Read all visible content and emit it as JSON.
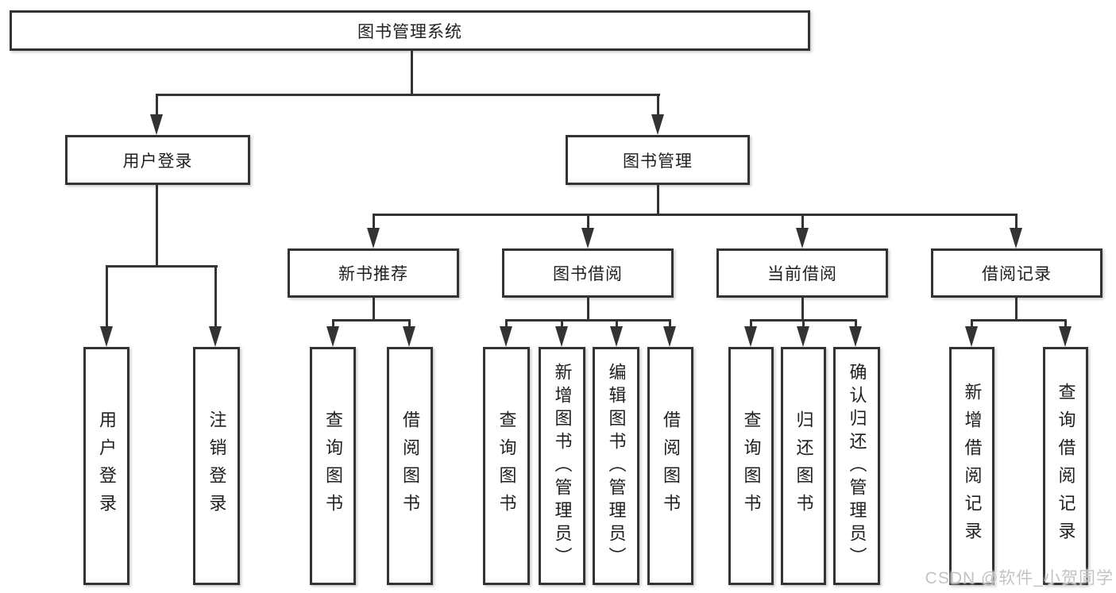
{
  "root": {
    "label": "图书管理系统"
  },
  "branches": [
    {
      "label": "用户登录",
      "children": [
        {
          "label": "用户登录"
        },
        {
          "label": "注销登录"
        }
      ]
    },
    {
      "label": "图书管理",
      "children": [
        {
          "label": "新书推荐",
          "children": [
            {
              "label": "查询图书"
            },
            {
              "label": "借阅图书"
            }
          ]
        },
        {
          "label": "图书借阅",
          "children": [
            {
              "label": "查询图书"
            },
            {
              "label": "新增图书（管理员）"
            },
            {
              "label": "编辑图书（管理员）"
            },
            {
              "label": "借阅图书"
            }
          ]
        },
        {
          "label": "当前借阅",
          "children": [
            {
              "label": "查询图书"
            },
            {
              "label": "归还图书"
            },
            {
              "label": "确认归还（管理员）"
            }
          ]
        },
        {
          "label": "借阅记录",
          "children": [
            {
              "label": "新增借阅记录"
            },
            {
              "label": "查询借阅记录"
            }
          ]
        }
      ]
    }
  ],
  "watermark": "CSDN @软件_小贺同学",
  "icons": {
    "arrow_down": "▼"
  },
  "colors": {
    "line": "#333333",
    "text": "#1f1f1f",
    "box_background": "#ffffff",
    "watermark": "#c3c3c6"
  }
}
